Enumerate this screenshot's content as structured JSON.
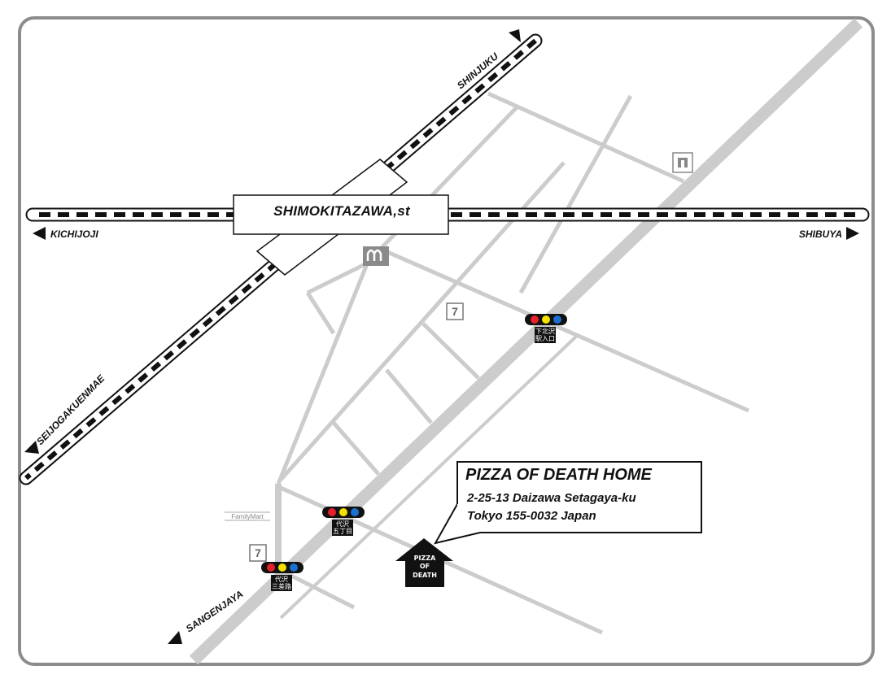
{
  "station": {
    "name": "SHIMOKITAZAWA,st"
  },
  "directions": {
    "kichijoji": "KICHIJOJI",
    "shibuya": "SHIBUYA",
    "shinjuku": "SHINJUKU",
    "seijogakuenmae": "SEIJOGAKUENMAE",
    "sangenjaya": "SANGENJAYA"
  },
  "traffic_lights": [
    {
      "label_line1": "下北沢",
      "label_line2": "駅入口"
    },
    {
      "label_line1": "代沢",
      "label_line2": "五丁目"
    },
    {
      "label_line1": "代沢",
      "label_line2": "三差路"
    }
  ],
  "landmarks": {
    "familymart": "FamilyMart",
    "mcdonalds_icon": "mcdonalds-icon",
    "seven_eleven_icon": "seven-eleven-icon",
    "lawson_icon": "lawson-icon"
  },
  "destination": {
    "title": "PIZZA OF DEATH HOME",
    "address_line1": "2-25-13 Daizawa Setagaya-ku",
    "address_line2": "Tokyo 155-0032 Japan",
    "logo_line1": "PIZZA",
    "logo_line2": "OF",
    "logo_line3": "DEATH"
  },
  "colors": {
    "road": "#cccccc",
    "frame": "#8c8c8c",
    "rail": "#111111",
    "light_red": "#e8202a",
    "light_yellow": "#f5e000",
    "light_blue": "#1b6fd0"
  }
}
